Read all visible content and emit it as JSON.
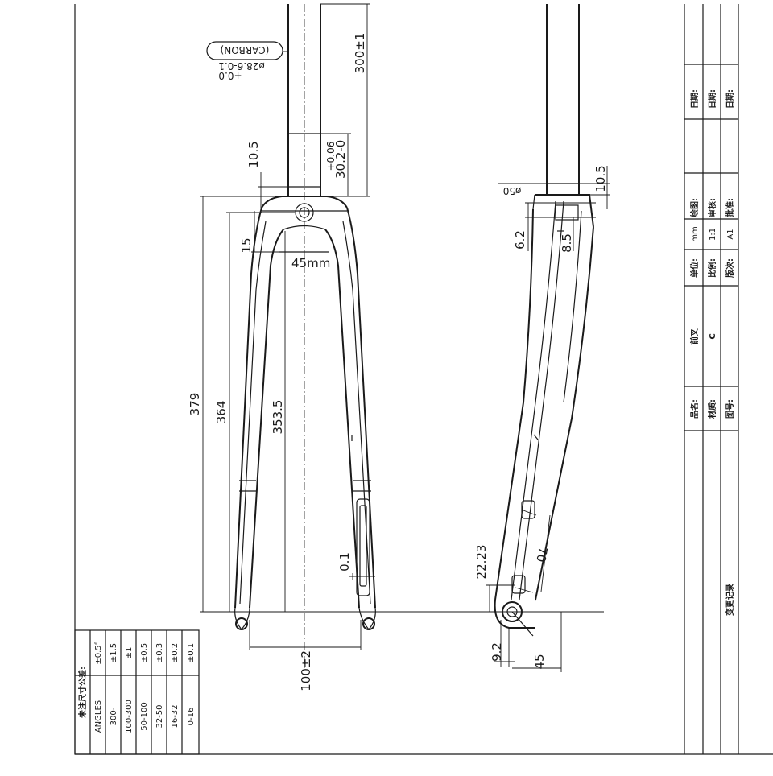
{
  "dimensions": {
    "d300": "300±1",
    "carbon": "(CARBON)",
    "dia286": "ø28.6-0.1",
    "dia286b": "+0.0",
    "d10_5_front": "10.5",
    "d30_2": "30.2-0",
    "d30_2tol": "+0.06",
    "d15": "15",
    "d45mm": "45mm",
    "d379": "379",
    "d364": "364",
    "d353_5": "353.5",
    "d0_1": "0.1",
    "d100": "100±2",
    "dia50": "ø50",
    "d10_5_side": "10.5",
    "d6_2": "6.2",
    "d8_5": "8.5",
    "d22_23": "22.23",
    "d70": "70",
    "d9_2": "9.2",
    "d45": "45"
  },
  "tolerance_table": {
    "title": "未注尺寸公差:",
    "rows": [
      {
        "range": "ANGLES",
        "tol": "±0.5°"
      },
      {
        "range": "300-",
        "tol": "±1.5"
      },
      {
        "range": "100-300",
        "tol": "±1"
      },
      {
        "range": "50-100",
        "tol": "±0.5"
      },
      {
        "range": "32-50",
        "tol": "±0.3"
      },
      {
        "range": "16-32",
        "tol": "±0.2"
      },
      {
        "range": "0-16",
        "tol": "±0.1"
      }
    ]
  },
  "title_block": {
    "date1": "日期:",
    "date2": "日期:",
    "date3": "日期:",
    "drawn": "绘图:",
    "checked": "审核:",
    "approved": "批准:",
    "unit_label": "单位:",
    "unit_value": "mm",
    "scale_label": "比例:",
    "scale_value": "1:1",
    "version_label": "版次:",
    "version_value": "A1",
    "name_label": "品名:",
    "name_value": "前叉",
    "material_label": "材质:",
    "material_value": "C",
    "drawing_no_label": "图号:",
    "change_record": "变更记录"
  }
}
